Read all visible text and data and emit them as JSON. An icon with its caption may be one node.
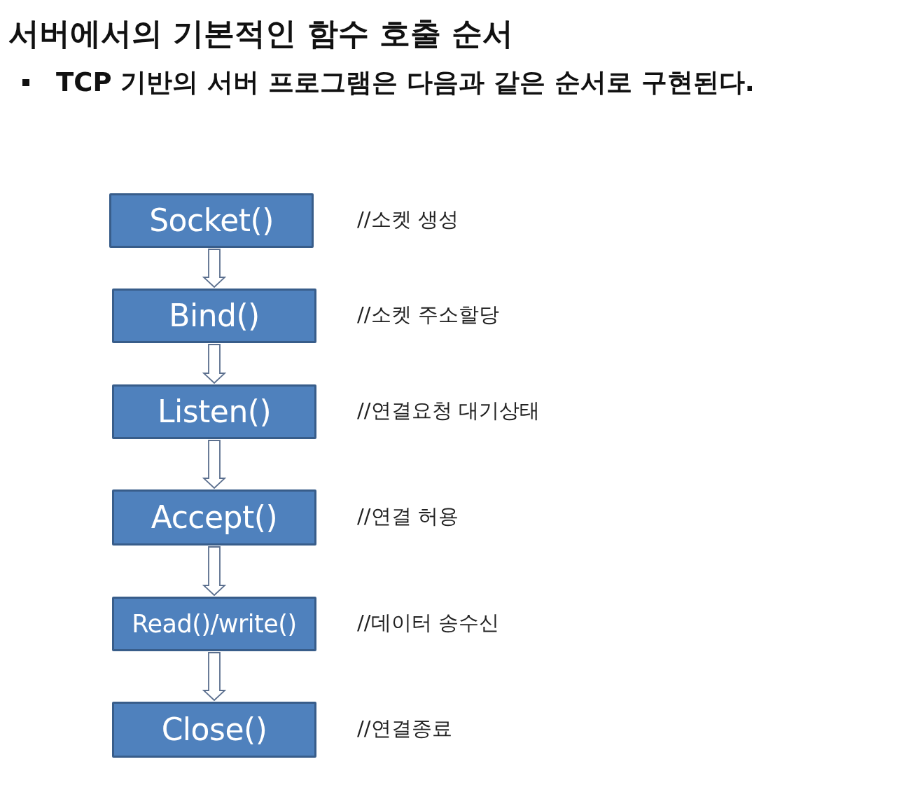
{
  "diagram": {
    "title": "서버에서의 기본적인 함수 호출 순서",
    "nodes": [
      {
        "text": [
          "Socket()"
        ],
        "beside": [
          "//소켓 생성"
        ]
      },
      {
        "text": [
          "Bind()"
        ],
        "beside": [
          "//소켓 주소할당"
        ]
      },
      {
        "text": [
          "Listen()"
        ],
        "beside": [
          "//연결요청 대기상태"
        ]
      },
      {
        "text": [
          "Accept()"
        ],
        "beside": [
          "//연결 허용"
        ]
      },
      {
        "text": [
          "Read()/write()"
        ],
        "beside": [
          "//데이터 송수신"
        ]
      },
      {
        "text": [
          "Close()"
        ],
        "beside": [
          "//연결종료"
        ]
      }
    ],
    "edges": [
      {
        "from": 0,
        "to": 1,
        "arrow": "to"
      },
      {
        "from": 1,
        "to": 2,
        "arrow": "to"
      },
      {
        "from": 2,
        "to": 3,
        "arrow": "to"
      },
      {
        "from": 3,
        "to": 4,
        "arrow": "to"
      },
      {
        "from": 4,
        "to": 5,
        "arrow": "to"
      }
    ],
    "labels": [
      "TCP 기반의 서버 프로그램은 다음과 같은 순서로 구현된다."
    ]
  }
}
